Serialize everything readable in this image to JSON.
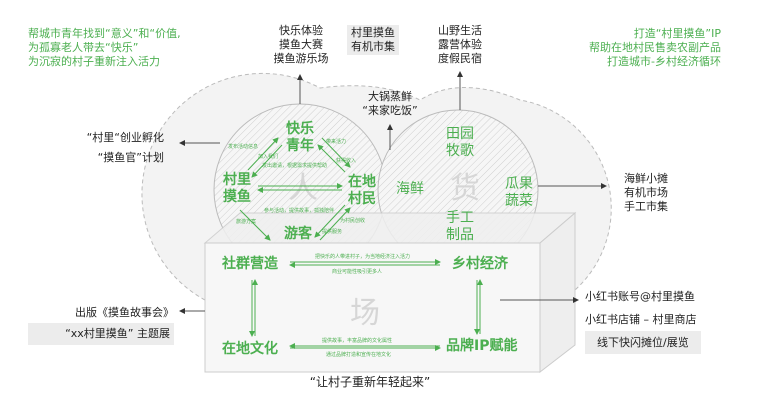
{
  "goals_left": [
    "帮城市青年找到“意义”和“价值,",
    "为孤寡老人带去“快乐”",
    "为沉寂的村子重新注入活力"
  ],
  "goals_right": [
    "打造“村里摸鱼”IP",
    "帮助在地村民售卖农副产品",
    "打造城市-乡村经济循环"
  ],
  "top_items": {
    "fun": [
      "快乐体验",
      "摸鱼大赛",
      "摸鱼游乐场"
    ],
    "market": [
      "村里摸鱼",
      "有机市集"
    ],
    "countryside": [
      "山野生活",
      "露营体验",
      "度假民宿"
    ],
    "pot": [
      "大锅蒸鲜",
      "“来家吃饭”"
    ]
  },
  "left_items": {
    "incubation": [
      "“村里“创业孵化",
      "“摸鱼官”计划"
    ],
    "publish": [
      "出版《摸鱼故事会》",
      "“xx村里摸鱼” 主题展"
    ]
  },
  "right_items": {
    "stalls": [
      "海鲜小摊",
      "有机市场",
      "手工市集"
    ],
    "online": [
      "小红书账号@村里摸鱼",
      "小红书店铺 – 村里商店",
      "线下快闪摊位/展览"
    ]
  },
  "people_circle": {
    "watermark": "人",
    "nodes": {
      "youth": "快乐青年",
      "fish": "村里摸鱼",
      "villagers": "在地村民",
      "tourists": "游客"
    },
    "edges": {
      "fish_youth_a": "发布活动信息",
      "fish_youth_b": "加入我们",
      "youth_vill_a": "带来活力",
      "youth_vill_b": "获得收入",
      "fish_vill_a": "发出邀请，根据需求提供帮助",
      "fish_vill_b": "参与活动，提供故事，孤独陪伴",
      "fish_tour": "旅游方案",
      "vill_tour_a": "为村民创收",
      "vill_tour_b": "提供服务"
    }
  },
  "goods_circle": {
    "watermark": "货",
    "items": {
      "pastoral": "田园牧歌",
      "seafood": "海鲜",
      "fruits": "瓜果蔬菜",
      "crafts": "手工制品"
    }
  },
  "place_box": {
    "watermark": "场",
    "nodes": {
      "community": "社群营造",
      "economy": "乡村经济",
      "culture": "在地文化",
      "brand": "品牌IP赋能"
    },
    "edges": {
      "top_a": "把快乐的人带进村子，为当地经济注入活力",
      "top_b": "商业可能性吸引更多人",
      "bottom_a": "提供故事，丰富品牌的文化属性",
      "bottom_b": "通过品牌打造和宣传在地文化"
    }
  },
  "slogan": "“让村子重新年轻起来”",
  "colors": {
    "accent": "#4caf50",
    "hatch": "#d0d0d0"
  }
}
